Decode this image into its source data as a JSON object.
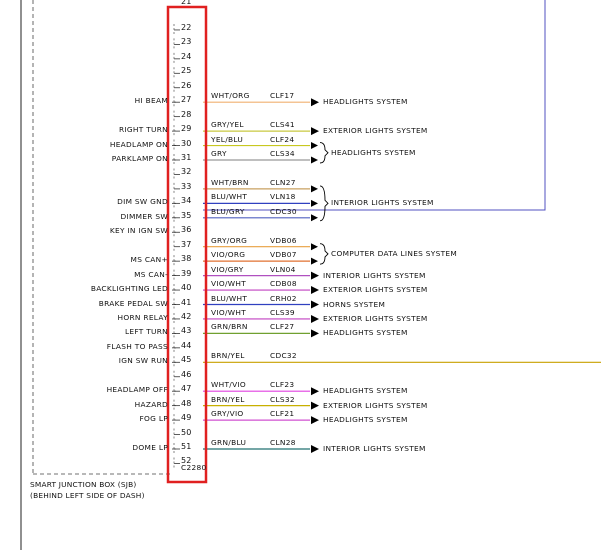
{
  "connector": {
    "id": "C2280",
    "top_pin": "21"
  },
  "box_note": {
    "line1": "SMART JUNCTION BOX (SJB)",
    "line2": "(BEHIND LEFT SIDE OF DASH)"
  },
  "pins": [
    {
      "pin": "22",
      "fn": "",
      "wire": "",
      "circuit": "",
      "dest": "",
      "color": ""
    },
    {
      "pin": "23",
      "fn": "",
      "wire": "",
      "circuit": "",
      "dest": "",
      "color": ""
    },
    {
      "pin": "24",
      "fn": "",
      "wire": "",
      "circuit": "",
      "dest": "",
      "color": ""
    },
    {
      "pin": "25",
      "fn": "",
      "wire": "",
      "circuit": "",
      "dest": "",
      "color": ""
    },
    {
      "pin": "26",
      "fn": "",
      "wire": "",
      "circuit": "",
      "dest": "",
      "color": ""
    },
    {
      "pin": "27",
      "fn": "HI BEAM",
      "wire": "WHT/ORG",
      "circuit": "CLF17",
      "dest": "HEADLIGHTS SYSTEM",
      "color": "#f0b070"
    },
    {
      "pin": "28",
      "fn": "",
      "wire": "",
      "circuit": "",
      "dest": "",
      "color": ""
    },
    {
      "pin": "29",
      "fn": "RIGHT TURN",
      "wire": "GRY/YEL",
      "circuit": "CLS41",
      "dest": "EXTERIOR LIGHTS SYSTEM",
      "color": "#c8c840"
    },
    {
      "pin": "30",
      "fn": "HEADLAMP ON",
      "wire": "YEL/BLU",
      "circuit": "CLF24",
      "dest": "",
      "color": "#c8c820"
    },
    {
      "pin": "31",
      "fn": "PARKLAMP ON",
      "wire": "GRY",
      "circuit": "CLS34",
      "dest": "",
      "color": "#999999"
    },
    {
      "pin": "32",
      "fn": "",
      "wire": "",
      "circuit": "",
      "dest": "",
      "color": ""
    },
    {
      "pin": "33",
      "fn": "",
      "wire": "WHT/BRN",
      "circuit": "CLN27",
      "dest": "",
      "color": "#c8a060"
    },
    {
      "pin": "34",
      "fn": "DIM SW GND",
      "wire": "BLU/WHT",
      "circuit": "VLN18",
      "dest": "",
      "color": "#3040c0"
    },
    {
      "pin": "35",
      "fn": "DIMMER SW",
      "wire": "BLU/GRY",
      "circuit": "CDC30",
      "dest": "",
      "color": "#5060c0"
    },
    {
      "pin": "36",
      "fn": "KEY IN IGN SW",
      "wire": "",
      "circuit": "",
      "dest": "",
      "color": ""
    },
    {
      "pin": "37",
      "fn": "",
      "wire": "GRY/ORG",
      "circuit": "VDB06",
      "dest": "",
      "color": "#e8a040"
    },
    {
      "pin": "38",
      "fn": "MS CAN+",
      "wire": "VIO/ORG",
      "circuit": "VDB07",
      "dest": "",
      "color": "#e07030"
    },
    {
      "pin": "39",
      "fn": "MS CAN-",
      "wire": "VIO/GRY",
      "circuit": "VLN04",
      "dest": "INTERIOR LIGHTS SYSTEM",
      "color": "#b050c0"
    },
    {
      "pin": "40",
      "fn": "BACKLIGHTING LED",
      "wire": "VIO/WHT",
      "circuit": "CDB08",
      "dest": "EXTERIOR LIGHTS SYSTEM",
      "color": "#c040c0"
    },
    {
      "pin": "41",
      "fn": "BRAKE PEDAL SW",
      "wire": "BLU/WHT",
      "circuit": "CRH02",
      "dest": "HORNS SYSTEM",
      "color": "#3040c0"
    },
    {
      "pin": "42",
      "fn": "HORN RELAY",
      "wire": "VIO/WHT",
      "circuit": "CLS39",
      "dest": "EXTERIOR LIGHTS SYSTEM",
      "color": "#c040c0"
    },
    {
      "pin": "43",
      "fn": "LEFT TURN",
      "wire": "GRN/BRN",
      "circuit": "CLF27",
      "dest": "HEADLIGHTS SYSTEM",
      "color": "#70a030"
    },
    {
      "pin": "44",
      "fn": "FLASH TO PASS",
      "wire": "",
      "circuit": "",
      "dest": "",
      "color": ""
    },
    {
      "pin": "45",
      "fn": "IGN SW RUN",
      "wire": "BRN/YEL",
      "circuit": "CDC32",
      "dest": "",
      "color": "#c8a000"
    },
    {
      "pin": "46",
      "fn": "",
      "wire": "",
      "circuit": "",
      "dest": "",
      "color": ""
    },
    {
      "pin": "47",
      "fn": "HEADLAMP OFF",
      "wire": "WHT/VIO",
      "circuit": "CLF23",
      "dest": "HEADLIGHTS SYSTEM",
      "color": "#e040e0"
    },
    {
      "pin": "48",
      "fn": "HAZARD",
      "wire": "BRN/YEL",
      "circuit": "CLS32",
      "dest": "EXTERIOR LIGHTS SYSTEM",
      "color": "#c8b000"
    },
    {
      "pin": "49",
      "fn": "FOG LP",
      "wire": "GRY/VIO",
      "circuit": "CLF21",
      "dest": "HEADLIGHTS SYSTEM",
      "color": "#d050d0"
    },
    {
      "pin": "50",
      "fn": "",
      "wire": "",
      "circuit": "",
      "dest": "",
      "color": ""
    },
    {
      "pin": "51",
      "fn": "DOME LP",
      "wire": "GRN/BLU",
      "circuit": "CLN28",
      "dest": "INTERIOR LIGHTS SYSTEM",
      "color": "#207070"
    },
    {
      "pin": "52",
      "fn": "",
      "wire": "",
      "circuit": "",
      "dest": "",
      "color": ""
    }
  ],
  "groups": [
    {
      "label": "HEADLIGHTS SYSTEM",
      "pins": [
        "30",
        "31"
      ]
    },
    {
      "label": "INTERIOR LIGHTS SYSTEM",
      "pins": [
        "33",
        "34",
        "35"
      ]
    },
    {
      "label": "COMPUTER DATA LINES SYSTEM",
      "pins": [
        "37",
        "38"
      ]
    }
  ],
  "highlight_color": "#e02020",
  "panel_border_color": "#5050c0"
}
